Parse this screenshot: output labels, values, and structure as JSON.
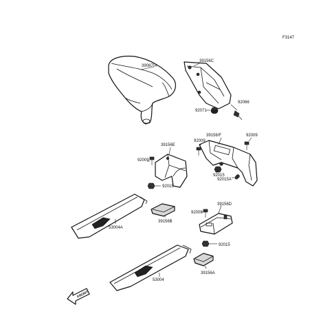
{
  "diagram_code": "F3147",
  "labels": {
    "p39087a": "39087/A",
    "p39156c": "39156C",
    "p92066": "92066",
    "p92071": "92071",
    "p92009_r": "92009",
    "p39156f": "39156/F",
    "p92009_m": "92009",
    "p92015_m": "92015",
    "p92015a": "92015A",
    "p39156e": "39156E",
    "p92009_l": "92009",
    "p92015_l": "92015",
    "p53004a": "53004A",
    "p39156b": "39156B",
    "p39156d": "39156D",
    "p92009_d": "92009",
    "p92015_d": "92015",
    "p53004": "53004",
    "p39156a": "39156A"
  },
  "front_label": "FRONT"
}
